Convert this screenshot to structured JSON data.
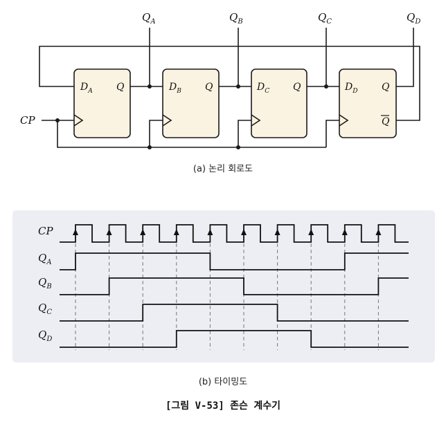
{
  "colors": {
    "flipflop_fill": "#fbf3e1",
    "timing_background": "#eceef4",
    "line": "#1a1a1a"
  },
  "circuit": {
    "clock_label": "CP",
    "outputs": [
      {
        "base": "Q",
        "sub": "A"
      },
      {
        "base": "Q",
        "sub": "B"
      },
      {
        "base": "Q",
        "sub": "C"
      },
      {
        "base": "Q",
        "sub": "D"
      }
    ],
    "flipflops": [
      {
        "input_base": "D",
        "input_sub": "A",
        "output": "Q",
        "inverted_output": ""
      },
      {
        "input_base": "D",
        "input_sub": "B",
        "output": "Q",
        "inverted_output": ""
      },
      {
        "input_base": "D",
        "input_sub": "C",
        "output": "Q",
        "inverted_output": ""
      },
      {
        "input_base": "D",
        "input_sub": "D",
        "output": "Q",
        "inverted_output": "Q"
      }
    ],
    "caption": "(a) 논리 회로도"
  },
  "timing": {
    "signals": [
      {
        "base": "CP",
        "sub": ""
      },
      {
        "base": "Q",
        "sub": "A"
      },
      {
        "base": "Q",
        "sub": "B"
      },
      {
        "base": "Q",
        "sub": "C"
      },
      {
        "base": "Q",
        "sub": "D"
      }
    ],
    "clock_pulses": 10,
    "outputs": [
      {
        "name": "QA",
        "rise": [
          1,
          9
        ],
        "fall": [
          5
        ]
      },
      {
        "name": "QB",
        "rise": [
          2,
          10
        ],
        "fall": [
          6
        ]
      },
      {
        "name": "QC",
        "rise": [
          3
        ],
        "fall": [
          7
        ]
      },
      {
        "name": "QD",
        "rise": [
          4
        ],
        "fall": [
          8
        ]
      }
    ],
    "caption": "(b) 타이밍도"
  },
  "figure_title": "[그림 V-53] 존슨 계수기"
}
